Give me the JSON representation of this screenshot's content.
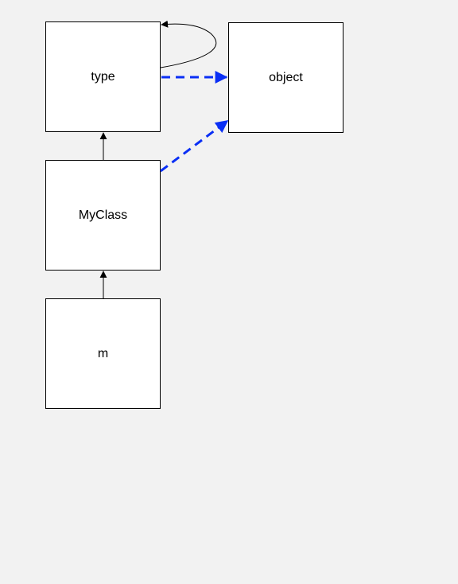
{
  "diagram": {
    "nodes": [
      {
        "id": "type",
        "label": "type"
      },
      {
        "id": "object",
        "label": "object"
      },
      {
        "id": "myclass",
        "label": "MyClass"
      },
      {
        "id": "m",
        "label": "m"
      }
    ],
    "edges": [
      {
        "from": "type",
        "to": "type",
        "style": "solid",
        "color": "#000000"
      },
      {
        "from": "myclass",
        "to": "type",
        "style": "solid",
        "color": "#000000"
      },
      {
        "from": "m",
        "to": "myclass",
        "style": "solid",
        "color": "#000000"
      },
      {
        "from": "type",
        "to": "object",
        "style": "dashed",
        "color": "#0a2ff5"
      },
      {
        "from": "myclass",
        "to": "object",
        "style": "dashed",
        "color": "#0a2ff5"
      }
    ]
  }
}
